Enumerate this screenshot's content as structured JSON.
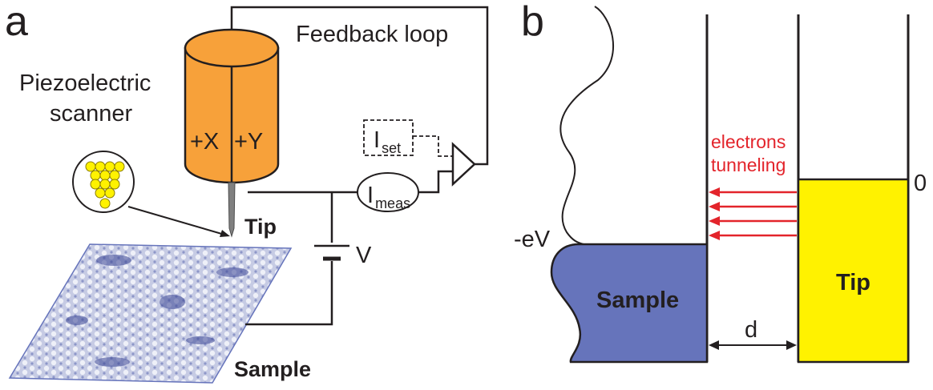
{
  "panel_a": {
    "letter": "a",
    "feedback_label": "Feedback loop",
    "scanner_label_line1": "Piezoelectric",
    "scanner_label_line2": "scanner",
    "x_label": "+X",
    "y_label": "+Y",
    "iset_main": "I",
    "iset_sub": "set",
    "imeas_main": "I",
    "imeas_sub": "meas",
    "voltage_label": "V",
    "tip_label": "Tip",
    "sample_label": "Sample"
  },
  "panel_b": {
    "letter": "b",
    "tunneling_line1": "electrons",
    "tunneling_line2": "tunneling",
    "zero_label": "0",
    "ev_label": "-eV",
    "sample_label": "Sample",
    "tip_label": "Tip",
    "gap_label": "d"
  },
  "colors": {
    "scanner_orange": "#f7a13a",
    "sample_blue": "#6674bb",
    "tip_yellow": "#fff200",
    "arrow_red": "#e3242b",
    "line": "#231f20"
  }
}
